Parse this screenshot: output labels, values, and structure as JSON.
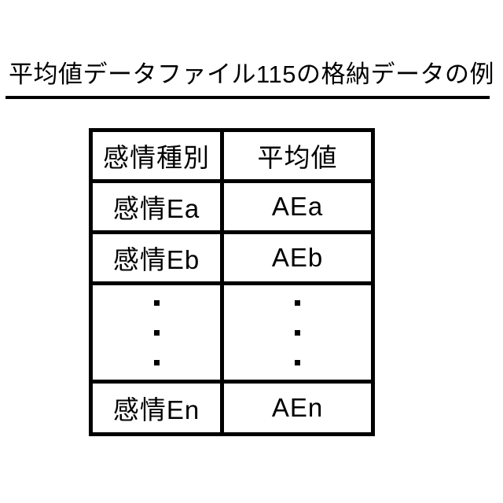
{
  "page": {
    "background_color": "#ffffff",
    "text_color": "#000000",
    "border_color": "#000000"
  },
  "figure": {
    "title": "平均値データファイル115の格納データの例"
  },
  "table": {
    "columns": [
      "感情種別",
      "平均値"
    ],
    "rows": [
      [
        "感情Ea",
        "AEa"
      ],
      [
        "感情Eb",
        "AEb"
      ],
      [
        "感情En",
        "AEn"
      ]
    ],
    "ellipsis_symbol": "⋮"
  }
}
